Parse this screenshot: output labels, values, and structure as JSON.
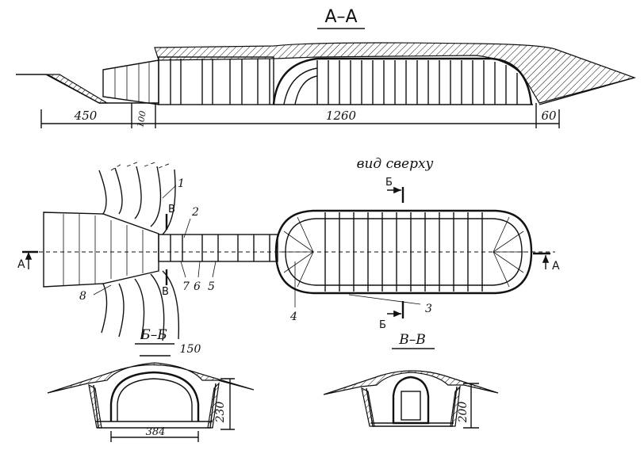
{
  "section_titles": {
    "aa": "А–А",
    "bb": "Б–Б",
    "vv": "В–В",
    "top_view": "вид сверху"
  },
  "dimensions": {
    "entrance_length": "450",
    "gap": "100",
    "main_length": "1260",
    "end": "60",
    "bb_top": "150",
    "bb_height": "230",
    "bb_width": "384",
    "vv_height": "200"
  },
  "section_marks": {
    "a_left": "А",
    "a_right": "А",
    "b_top": "Б",
    "b_bottom": "Б",
    "v_top": "В",
    "v_bottom": "В"
  },
  "callouts": [
    "1",
    "2",
    "3",
    "4",
    "5",
    "6",
    "7",
    "8"
  ]
}
